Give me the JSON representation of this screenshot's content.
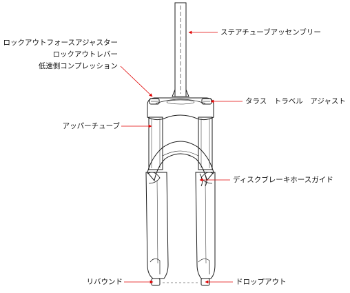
{
  "diagram": {
    "colors": {
      "line": "#1a1a1a",
      "leader": "#e00000",
      "background": "#ffffff"
    },
    "labels": {
      "steerer": "ステアチューブアッセンブリー",
      "lockout_adjuster": "ロックアウトフォースアジャスター",
      "lockout_lever": "ロックアウトレバー",
      "low_speed_compression": "低速側コンプレッション",
      "travel_adjust": "タラス　トラベル　アジャスト",
      "upper_tube": "アッパーチューブ",
      "hose_guide": "ディスクブレーキホースガイド",
      "rebound": "リバウンド",
      "dropout": "ドロップアウト"
    }
  }
}
